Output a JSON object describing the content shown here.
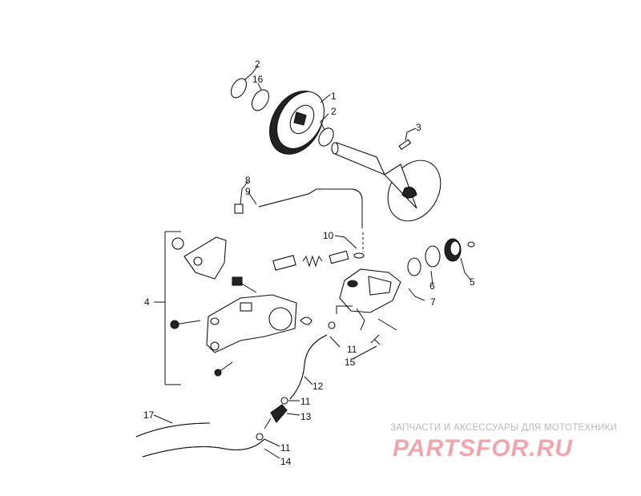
{
  "callouts": {
    "c1": "1",
    "c2a": "2",
    "c2b": "2",
    "c3": "3",
    "c4": "4",
    "c5": "5",
    "c6": "6",
    "c7": "7",
    "c8": "8",
    "c9": "9",
    "c10": "10",
    "c11a": "11",
    "c11b": "11",
    "c11c": "11",
    "c12": "12",
    "c13": "13",
    "c14": "14",
    "c15": "15",
    "c16": "16",
    "c17": "17"
  },
  "watermark": {
    "tagline": "ЗАПЧАСТИ И АКСЕССУАРЫ ДЛЯ МОТОТЕХНИКИ",
    "logo": "PARTSFOR.RU"
  }
}
